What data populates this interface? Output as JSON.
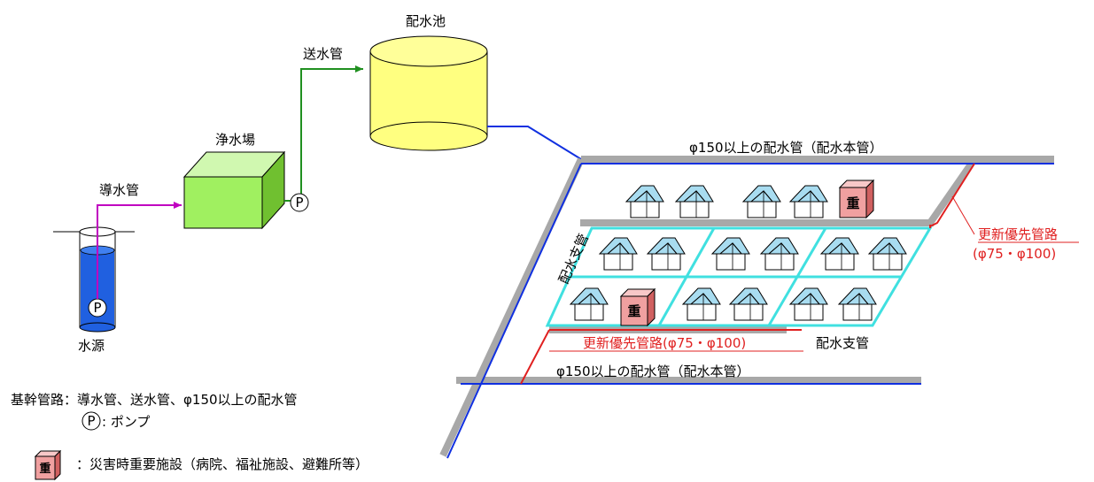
{
  "labels": {
    "reservoir": "配水池",
    "transmission_pipe": "送水管",
    "treatment_plant": "浄水場",
    "conduit": "導水管",
    "water_source": "水源",
    "pump_symbol": "P",
    "main_pipe_top": "φ150以上の配水管（配水本管）",
    "main_pipe_bottom": "φ150以上の配水管（配水本管）",
    "branch_pipe_left": "配水支管",
    "branch_pipe_bottom": "配水支管",
    "priority_right_line1": "更新優先管路",
    "priority_right_line2": "(φ75・φ100)",
    "priority_bottom": "更新優先管路(φ75・φ100)",
    "important_facility_mark": "重"
  },
  "legend": {
    "trunk": "基幹管路：導水管、送水管、φ150以上の配水管",
    "pump": ": ポンプ",
    "pump_symbol": "P",
    "facility": "：災害時重要施設（病院、福祉施設、避難所等）",
    "facility_symbol": "重"
  },
  "colors": {
    "conduit": "#c000c0",
    "transmission": "#209020",
    "distribution_main": "#1030e0",
    "branch": "#40e0e0",
    "priority": "#e02020",
    "road": "#a8a8a8",
    "house_roof": "#a8dcf0",
    "important": "#f0a0a0",
    "treatment_plant": "#a0f060",
    "reservoir": "#ffff80",
    "source_water": "#2060e0"
  }
}
